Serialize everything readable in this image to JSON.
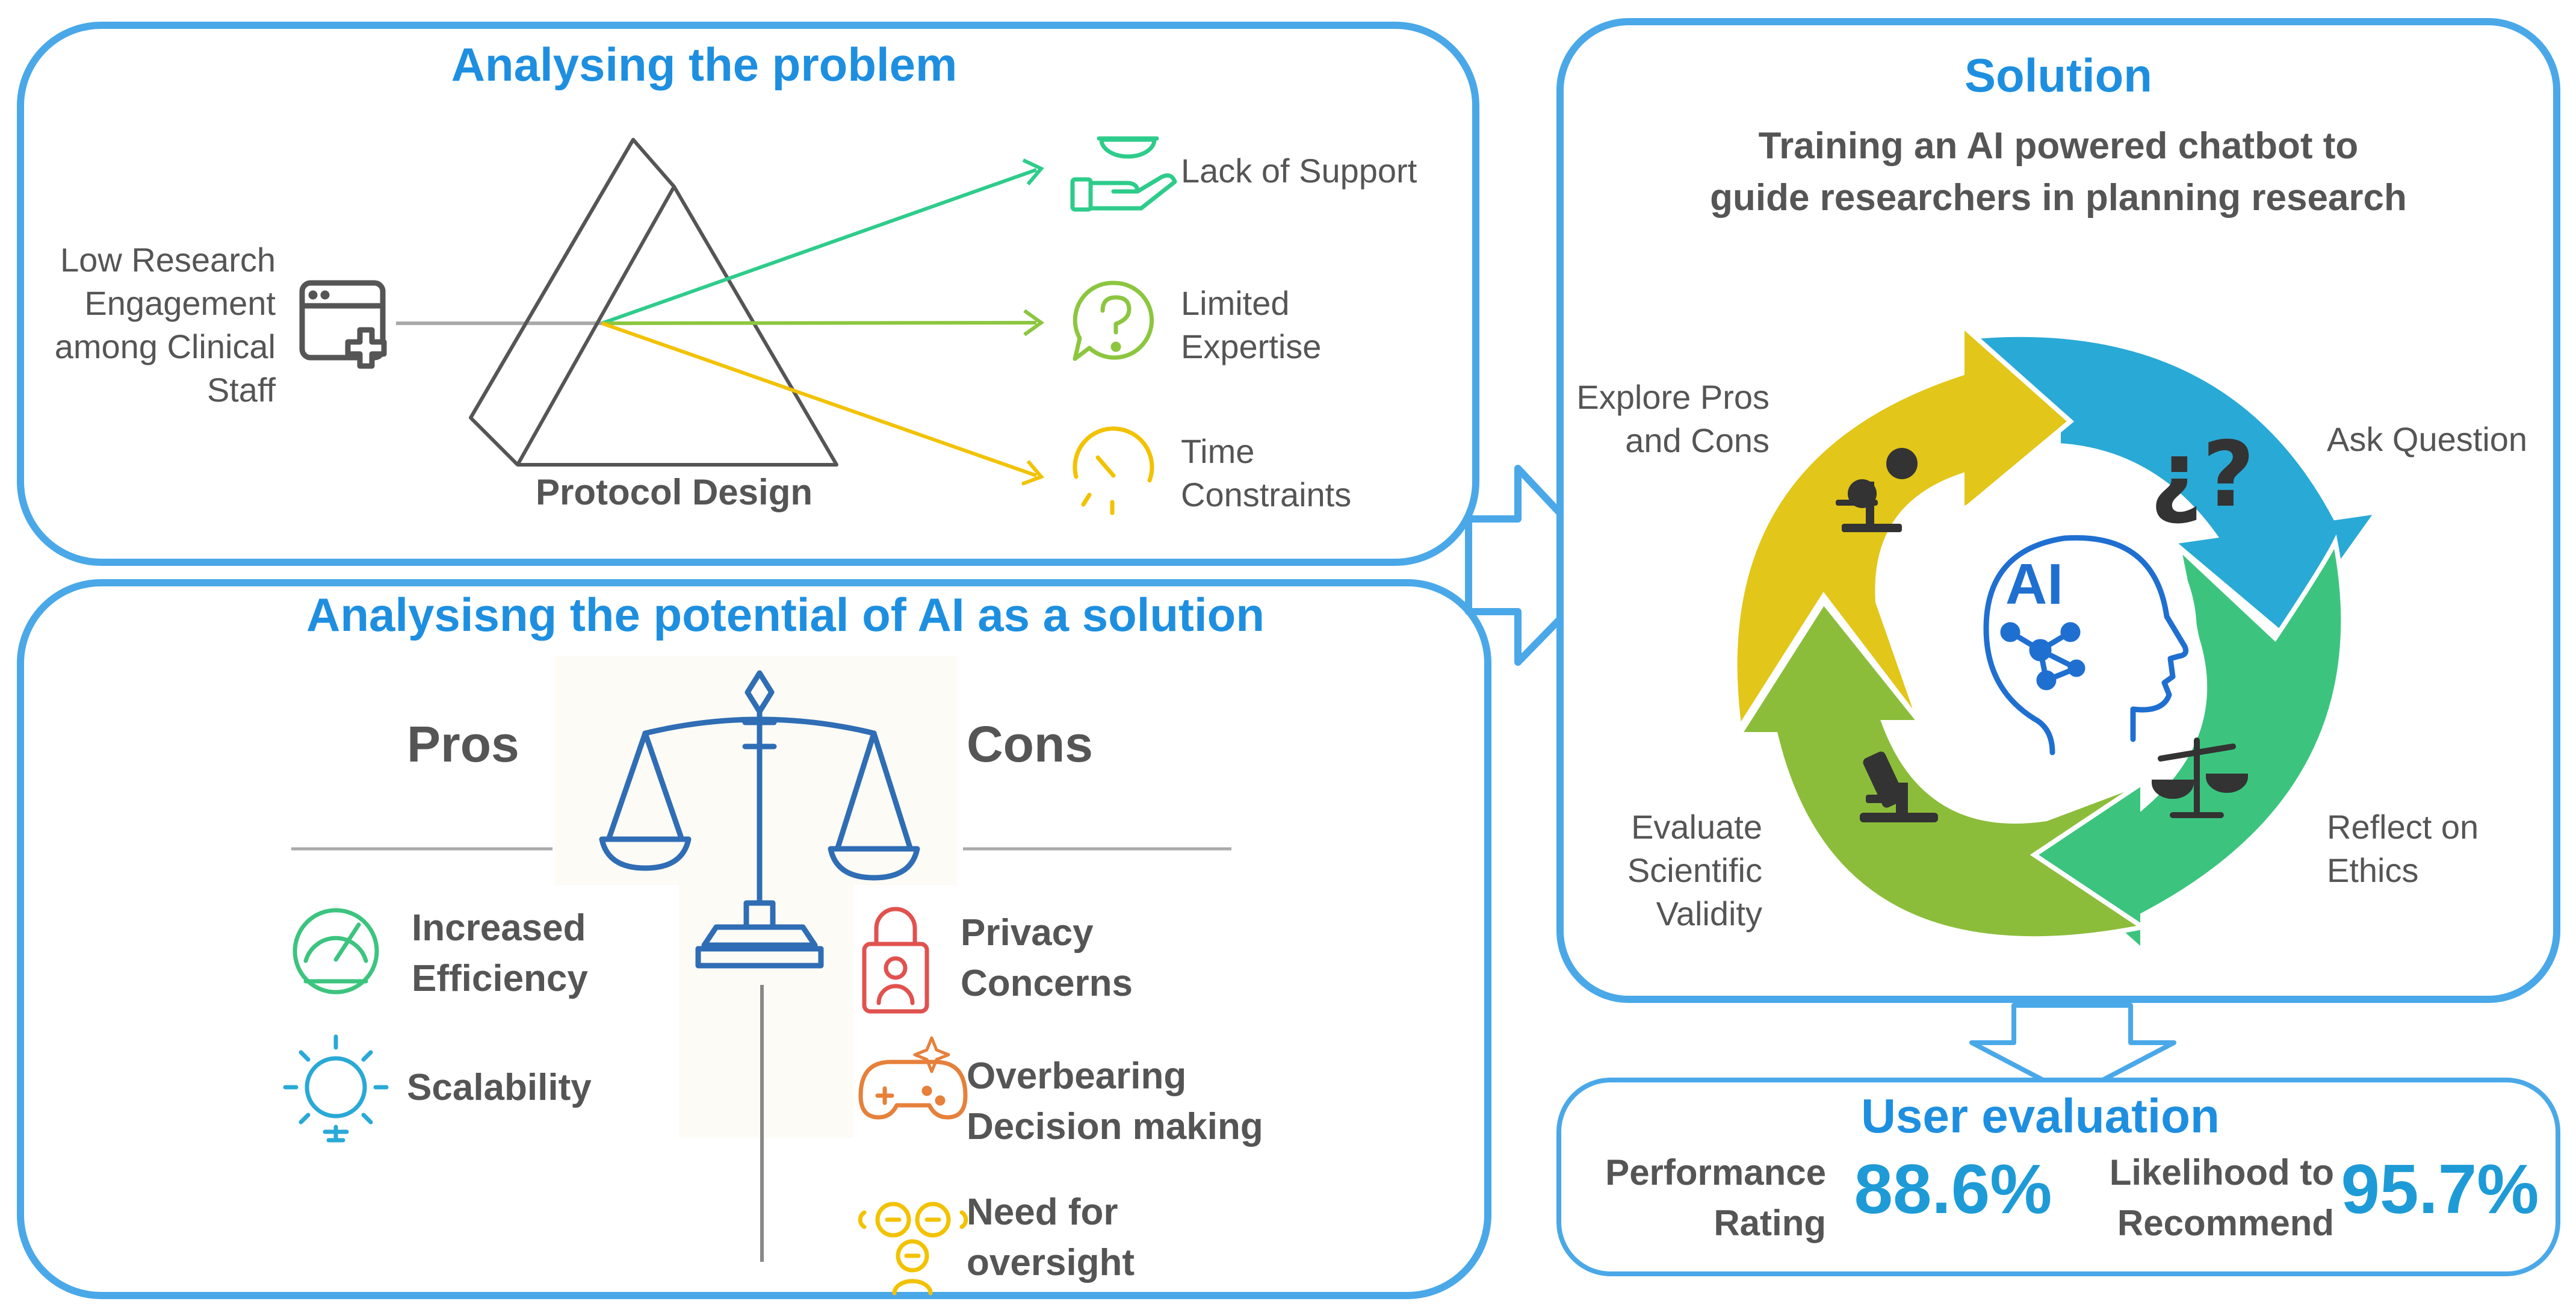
{
  "problem": {
    "title": "Analysing the problem",
    "source_label": [
      "Low Research",
      "Engagement",
      "among Clinical",
      "Staff"
    ],
    "prism_label": "Protocol Design",
    "outcomes": [
      {
        "line1": "Lack of Support",
        "line2": "",
        "icon": "hand-support-icon",
        "color": "#2ecc8b"
      },
      {
        "line1": "Limited",
        "line2": "Expertise",
        "icon": "question-bubble-icon",
        "color": "#8cc63f"
      },
      {
        "line1": "Time",
        "line2": "Constraints",
        "icon": "clock-icon",
        "color": "#f2c200"
      }
    ]
  },
  "ai_potential": {
    "title": "Analysisng the potential of AI as a solution",
    "pros_heading": "Pros",
    "cons_heading": "Cons",
    "pros": [
      {
        "line1": "Increased",
        "line2": "Efficiency",
        "icon": "speedometer-icon"
      },
      {
        "line1": "Scalability",
        "line2": "",
        "icon": "gear-bulb-icon"
      }
    ],
    "cons": [
      {
        "line1": "Privacy",
        "line2": "Concerns",
        "icon": "lock-person-icon"
      },
      {
        "line1": "Overbearing",
        "line2": "Decision making",
        "icon": "gamepad-icon"
      },
      {
        "line1": "Need for",
        "line2": "oversight",
        "icon": "group-icon"
      }
    ]
  },
  "solution": {
    "title": "Solution",
    "subtitle_line1": "Training an AI powered chatbot to",
    "subtitle_line2": "guide researchers in planning research",
    "center_label": "AI",
    "steps": [
      {
        "line1": "Ask Question",
        "line2": "",
        "line3": "",
        "color": "#29a9d6",
        "icon": "question-marks-icon"
      },
      {
        "line1": "Reflect on",
        "line2": "Ethics",
        "line3": "",
        "color": "#3cc47f",
        "icon": "scales-icon"
      },
      {
        "line1": "Evaluate",
        "line2": "Scientific",
        "line3": "Validity",
        "color": "#8cbd3a",
        "icon": "microscope-icon"
      },
      {
        "line1": "Explore Pros",
        "line2": "and Cons",
        "line3": "",
        "color": "#e2c619",
        "icon": "balance-weights-icon"
      }
    ]
  },
  "evaluation": {
    "title": "User evaluation",
    "metrics": [
      {
        "line1": "Performance",
        "line2": "Rating",
        "value": "88.6%"
      },
      {
        "line1": "Likelihood to",
        "line2": "Recommend",
        "value": "95.7%"
      }
    ]
  }
}
